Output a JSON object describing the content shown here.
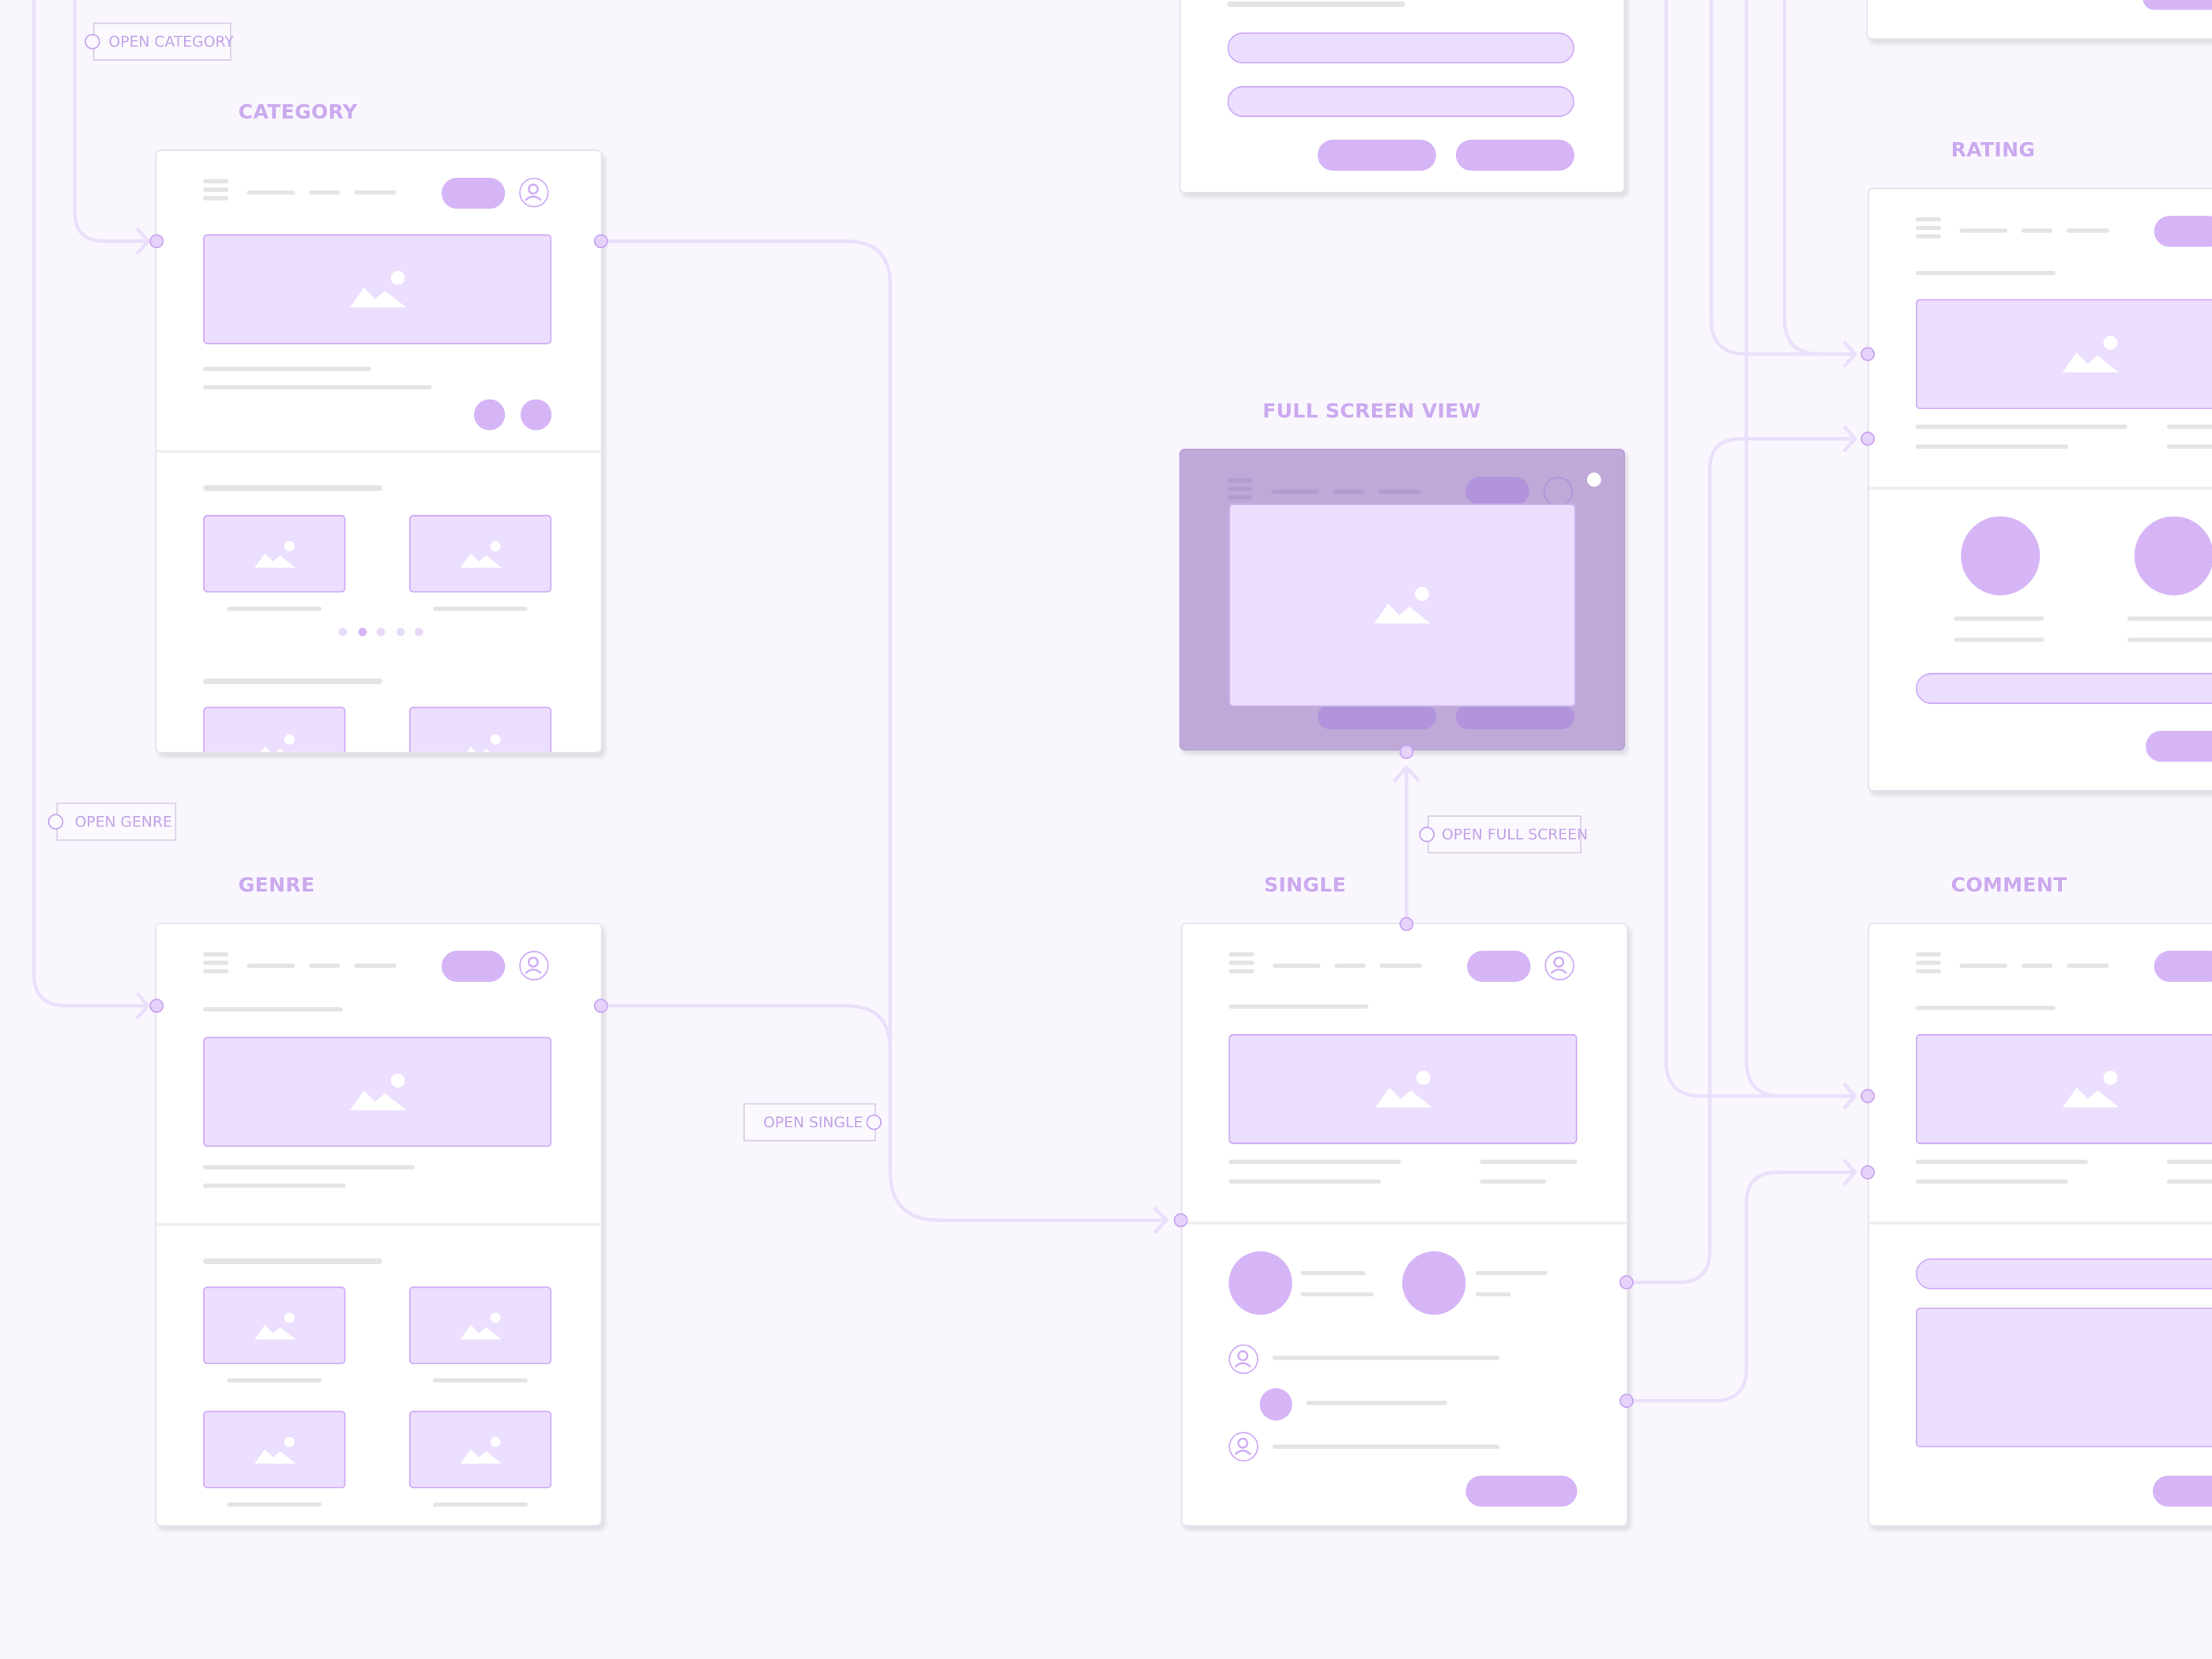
{
  "screens": {
    "category": {
      "title": "CATEGORY"
    },
    "genre": {
      "title": "GENRE"
    },
    "full_screen_view": {
      "title": "FULL SCREEN VIEW"
    },
    "single": {
      "title": "SINGLE"
    },
    "rating": {
      "title": "RATING"
    },
    "comment": {
      "title": "COMMENT"
    }
  },
  "tags": {
    "open_category": "OPEN CATEGORY",
    "open_genre": "OPEN GENRE",
    "open_single": "OPEN SINGLE",
    "open_full_screen": "OPEN FULL SCREEN"
  },
  "colors": {
    "background": "#f9f6fe",
    "accent": "#d6b5f7",
    "image_fill": "#ecdeff",
    "connector": "#ebe0fb",
    "overlay": "#bea9d8",
    "label": "#cba9ee"
  },
  "carousel": {
    "total": 5,
    "active": 2
  }
}
